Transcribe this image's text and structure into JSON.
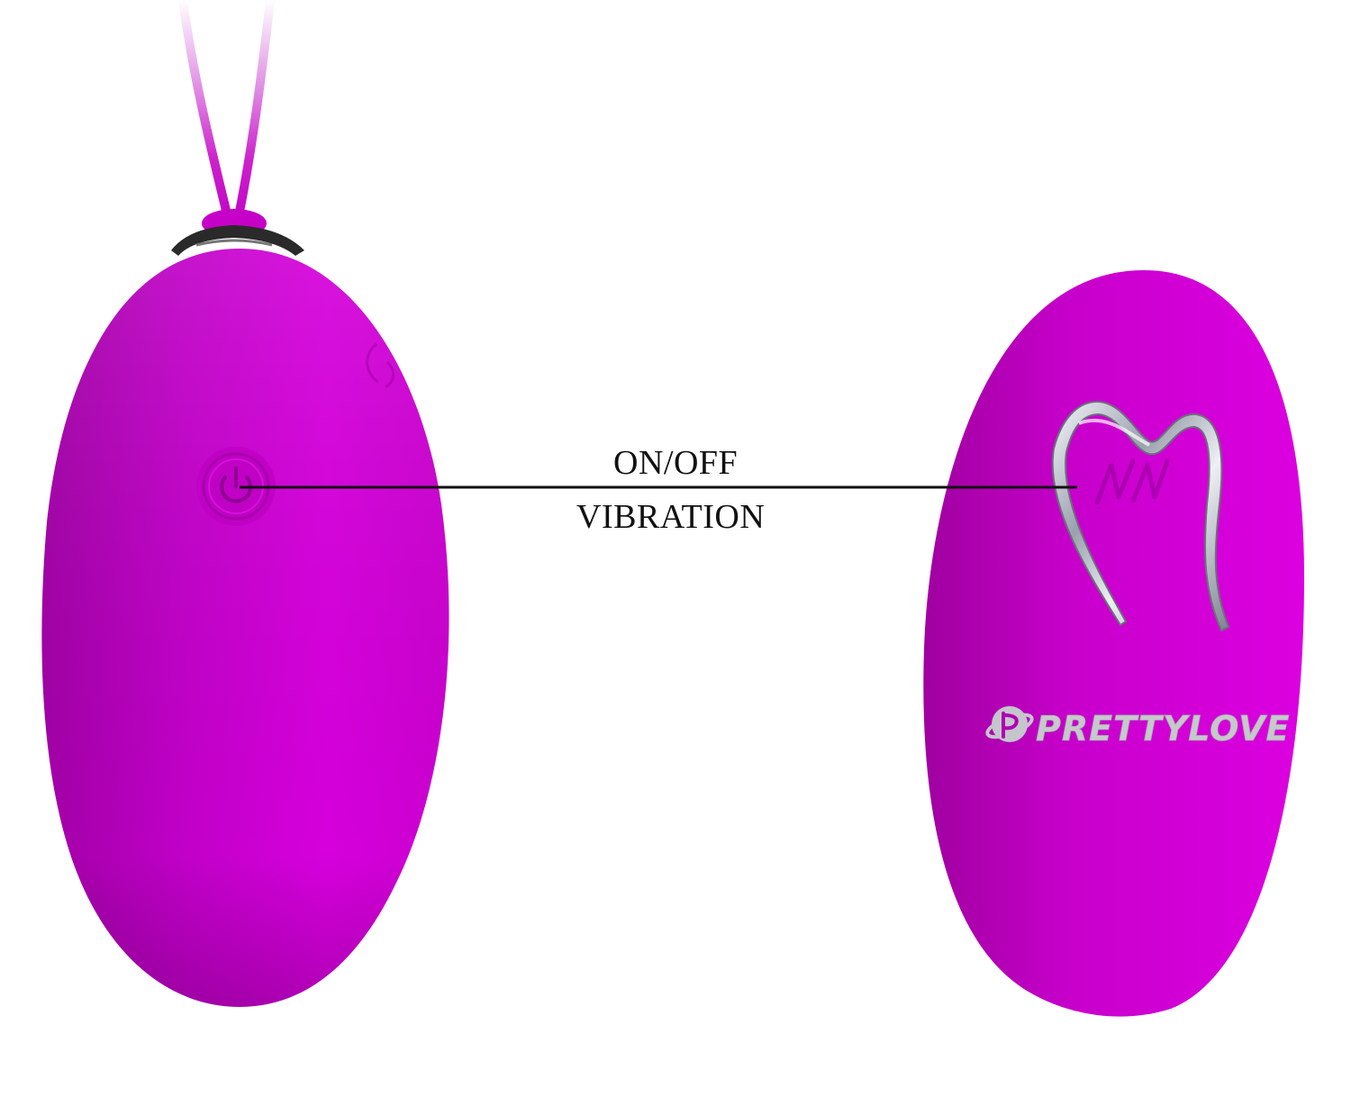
{
  "labels": {
    "on_off": "ON/OFF",
    "vibration": "VIBRATION"
  },
  "brand": {
    "logo_text": "PRETTYLOVE"
  },
  "icons": {
    "power": "power-icon",
    "wave": "wave-icon",
    "rotate": "rotate-icon"
  },
  "colors": {
    "body": "#d400d9",
    "body_dark": "#9a0098",
    "cord": "#c800c8",
    "metal": "#c9ccd4",
    "logo": "#c7c8cc",
    "line": "#111111"
  }
}
